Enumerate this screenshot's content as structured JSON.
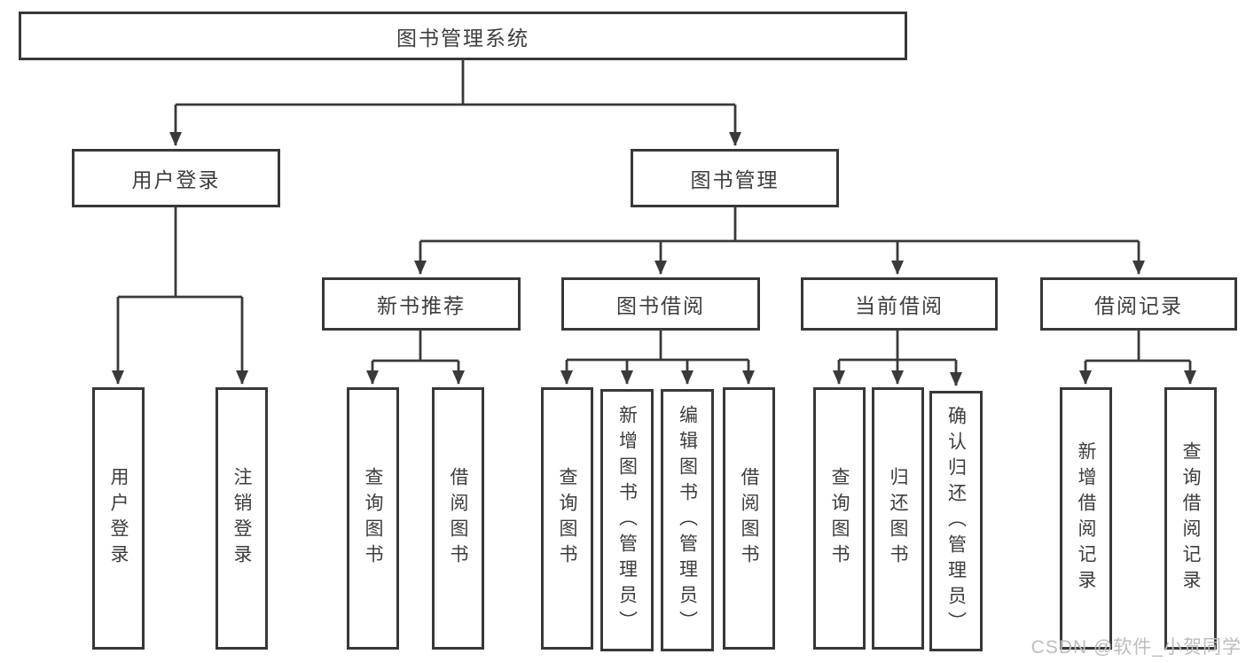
{
  "diagram": {
    "title": "图书管理系统",
    "root": {
      "label": "图书管理系统"
    },
    "level2": [
      {
        "id": "user-login",
        "label": "用户登录"
      },
      {
        "id": "book-management",
        "label": "图书管理"
      }
    ],
    "level3": [
      {
        "id": "new-book-recommend",
        "parent": "图书管理",
        "label": "新书推荐"
      },
      {
        "id": "book-borrow",
        "parent": "图书管理",
        "label": "图书借阅"
      },
      {
        "id": "current-borrow",
        "parent": "图书管理",
        "label": "当前借阅"
      },
      {
        "id": "borrow-records",
        "parent": "图书管理",
        "label": "借阅记录"
      }
    ],
    "leaves": [
      {
        "parent": "用户登录",
        "label": "用户登录"
      },
      {
        "parent": "用户登录",
        "label": "注销登录"
      },
      {
        "parent": "新书推荐",
        "label": "查询图书"
      },
      {
        "parent": "新书推荐",
        "label": "借阅图书"
      },
      {
        "parent": "图书借阅",
        "label": "查询图书"
      },
      {
        "parent": "图书借阅",
        "label": "新增图书（管理员）"
      },
      {
        "parent": "图书借阅",
        "label": "编辑图书（管理员）"
      },
      {
        "parent": "图书借阅",
        "label": "借阅图书"
      },
      {
        "parent": "当前借阅",
        "label": "查询图书"
      },
      {
        "parent": "当前借阅",
        "label": "归还图书"
      },
      {
        "parent": "当前借阅",
        "label": "确认归还（管理员）"
      },
      {
        "parent": "借阅记录",
        "label": "新增借阅记录"
      },
      {
        "parent": "借阅记录",
        "label": "查询借阅记录"
      }
    ],
    "colors": {
      "line": "#3a3a3a",
      "box_border": "#383838",
      "text": "#3d3d3d",
      "watermark_text": "#bdbdbd",
      "background": "#ffffff"
    }
  },
  "watermark": "CSDN @软件_小贺同学"
}
